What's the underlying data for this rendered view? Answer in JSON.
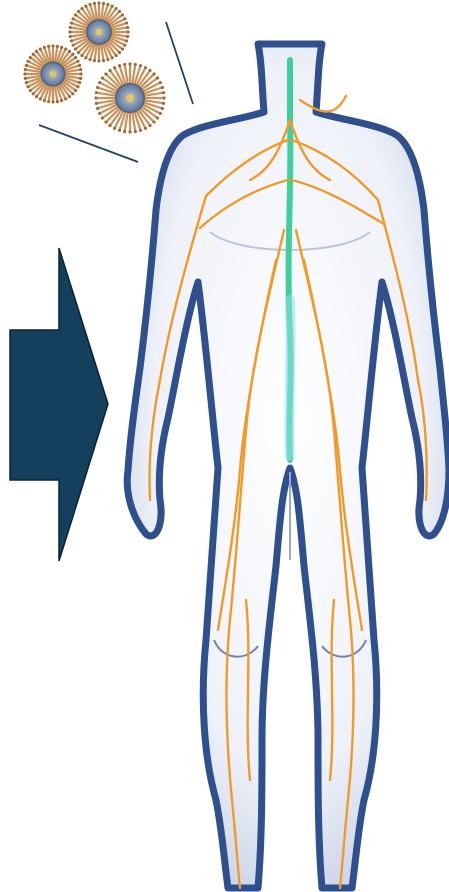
{
  "diagram": {
    "particles": [
      {
        "id": "particle-1",
        "kind": "spiky-nanoparticle"
      },
      {
        "id": "particle-2",
        "kind": "spiky-nanoparticle"
      },
      {
        "id": "particle-3",
        "kind": "spiky-nanoparticle"
      }
    ],
    "arrow": {
      "direction": "right",
      "color": "#14405e"
    },
    "figure": {
      "kind": "human-body-with-nervous-system"
    },
    "colors": {
      "body_outline": "#2f4f8e",
      "body_fill": "#e7ecf5",
      "nerves": "#f09a2a",
      "spinal_cord": "#3fcf9a",
      "particle_spikes": "#c9925a",
      "particle_core": "#6d86a6",
      "leader_lines": "#1f4566"
    }
  }
}
